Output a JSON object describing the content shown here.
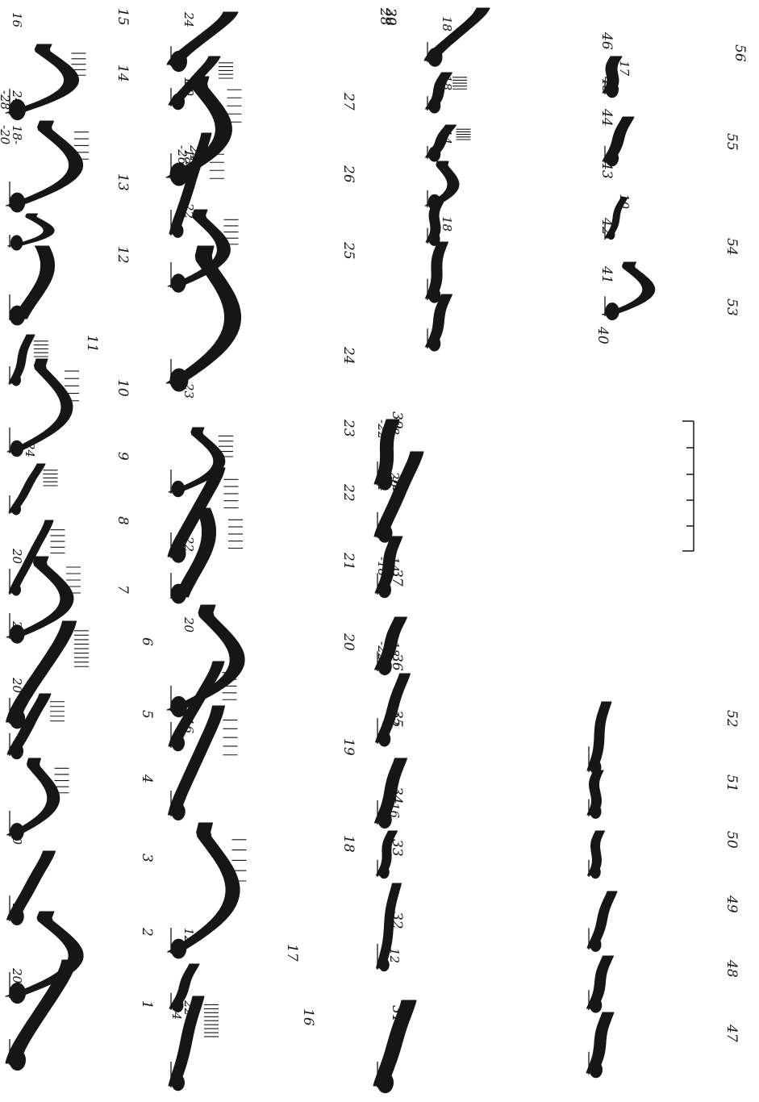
{
  "figure": {
    "profiles": [
      {
        "number": "1",
        "thickness": "20"
      },
      {
        "number": "2",
        "thickness": "20"
      },
      {
        "number": "3",
        "thickness": "20"
      },
      {
        "number": "4",
        "thickness": "14"
      },
      {
        "number": "5",
        "thickness": "20"
      },
      {
        "number": "6",
        "thickness": "20"
      },
      {
        "number": "7",
        "thickness": "20"
      },
      {
        "number": "8",
        "thickness": ""
      },
      {
        "number": "9",
        "thickness": "24"
      },
      {
        "number": "10",
        "thickness": ""
      },
      {
        "number": "11",
        "thickness": ""
      },
      {
        "number": "12",
        "thickness": ""
      },
      {
        "number": "13",
        "thickness": "18-\n-20"
      },
      {
        "number": "14",
        "thickness": "24-\n-28"
      },
      {
        "number": "15",
        "thickness": "16"
      },
      {
        "number": "16",
        "thickness": "22-\n-24"
      },
      {
        "number": "17",
        "thickness": "12"
      },
      {
        "number": "18",
        "thickness": ""
      },
      {
        "number": "19",
        "thickness": "16"
      },
      {
        "number": "20",
        "thickness": "20"
      },
      {
        "number": "21",
        "thickness": "22"
      },
      {
        "number": "22",
        "thickness": ""
      },
      {
        "number": "23",
        "thickness": "23"
      },
      {
        "number": "24",
        "thickness": ""
      },
      {
        "number": "25",
        "thickness": "22"
      },
      {
        "number": "26",
        "thickness": "18"
      },
      {
        "number": "27",
        "thickness": "24-\n-26"
      },
      {
        "number": "28",
        "thickness": "20"
      },
      {
        "number": "29",
        "thickness": "19"
      },
      {
        "number": "30",
        "thickness": "24"
      },
      {
        "number": "31",
        "thickness": ""
      },
      {
        "number": "32",
        "thickness": "12"
      },
      {
        "number": "33",
        "thickness": ""
      },
      {
        "number": "34",
        "thickness": "16"
      },
      {
        "number": "35",
        "thickness": "12"
      },
      {
        "number": "36",
        "thickness": "18-\n-22"
      },
      {
        "number": "37",
        "thickness": "14-\n-18"
      },
      {
        "number": "38",
        "thickness": "20-\n-24"
      },
      {
        "number": "39",
        "thickness": "18-\n-22"
      },
      {
        "number": "40",
        "thickness": ""
      },
      {
        "number": "41",
        "thickness": ""
      },
      {
        "number": "42",
        "thickness": "18"
      },
      {
        "number": "43",
        "thickness": ""
      },
      {
        "number": "44",
        "thickness": "14"
      },
      {
        "number": "45",
        "thickness": "18"
      },
      {
        "number": "46",
        "thickness": "18"
      },
      {
        "number": "47",
        "thickness": ""
      },
      {
        "number": "48",
        "thickness": ""
      },
      {
        "number": "49",
        "thickness": ""
      },
      {
        "number": "50",
        "thickness": ""
      },
      {
        "number": "51",
        "thickness": ""
      },
      {
        "number": "52",
        "thickness": ""
      },
      {
        "number": "53",
        "thickness": ""
      },
      {
        "number": "54",
        "thickness": "10"
      },
      {
        "number": "55",
        "thickness": ""
      },
      {
        "number": "56",
        "thickness": "17"
      }
    ],
    "colors": {
      "ink": "#161616",
      "paper": "#ffffff"
    }
  }
}
